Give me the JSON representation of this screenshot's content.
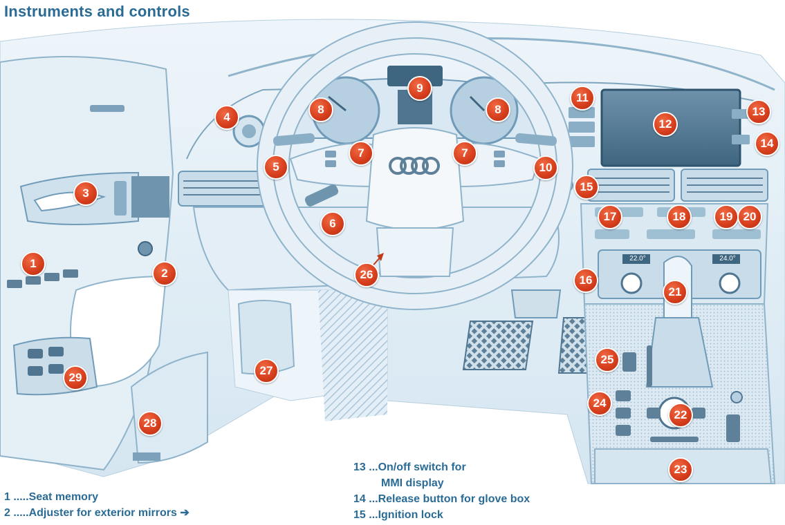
{
  "title": "Instruments and controls",
  "callouts": [
    "1",
    "2",
    "3",
    "4",
    "5",
    "6",
    "7",
    "7",
    "8",
    "8",
    "9",
    "10",
    "11",
    "12",
    "13",
    "14",
    "15",
    "16",
    "17",
    "18",
    "19",
    "20",
    "21",
    "22",
    "23",
    "24",
    "25",
    "26",
    "27",
    "28",
    "29"
  ],
  "legend_left": [
    {
      "num": "1 .....",
      "text": "Seat memory"
    },
    {
      "num": "2 .....",
      "text": "Adjuster for exterior mirrors"
    }
  ],
  "legend_right": [
    {
      "num": "13 ...",
      "text": "On/off switch for"
    },
    {
      "num": "",
      "text": "MMI display"
    },
    {
      "num": "14 ...",
      "text": "Release button for glove box"
    },
    {
      "num": "15 ...",
      "text": "Ignition lock"
    }
  ],
  "display": {
    "left_temp": "22.0°",
    "right_temp": "24.0°"
  },
  "icons": {
    "arrow": "right-arrow-icon"
  },
  "colors": {
    "accent": "#2a6b95",
    "callout": "#d8401e",
    "line": "#6f9bb8",
    "fill": "#dbeaf3"
  }
}
